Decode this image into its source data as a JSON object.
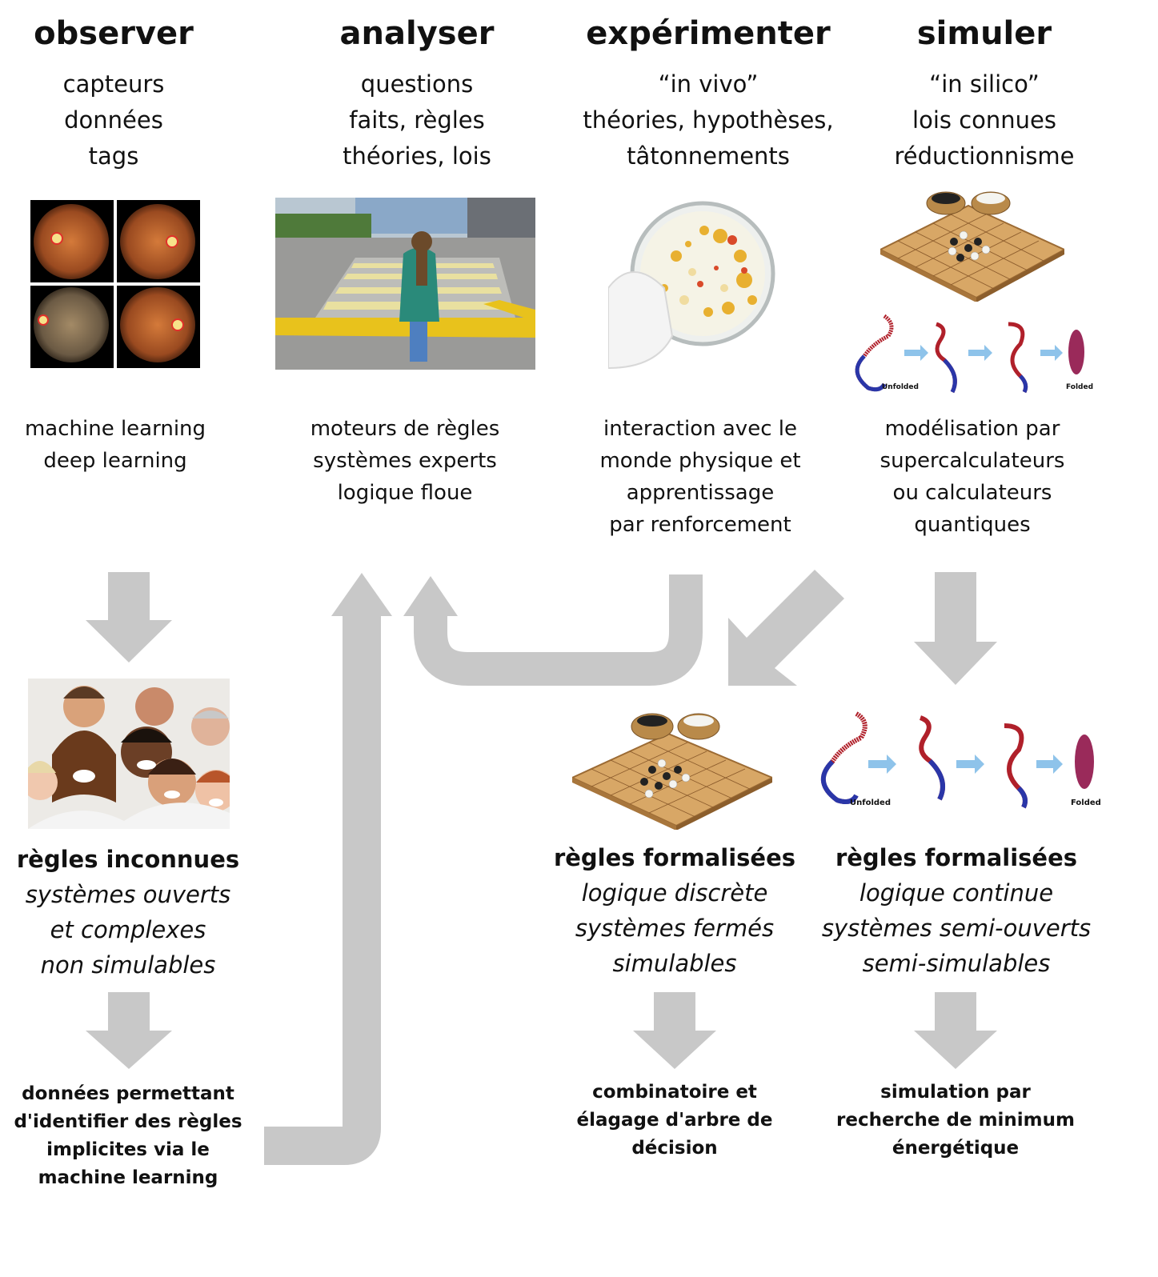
{
  "columns": [
    {
      "heading": "observer",
      "lines": [
        "capteurs",
        "données",
        "tags"
      ],
      "desc": [
        "machine learning",
        "deep learning"
      ]
    },
    {
      "heading": "analyser",
      "lines": [
        "questions",
        "faits, règles",
        "théories, lois"
      ],
      "desc": [
        "moteurs de règles",
        "systèmes experts",
        "logique floue"
      ]
    },
    {
      "heading": "expérimenter",
      "lines": [
        "“in vivo”",
        "théories, hypothèses,",
        "tâtonnements"
      ],
      "desc": [
        "interaction avec le",
        "monde physique et",
        "apprentissage",
        "par renforcement"
      ]
    },
    {
      "heading": "simuler",
      "lines": [
        "“in silico”",
        "lois connues",
        "réductionnisme"
      ],
      "desc": [
        "modélisation par",
        "supercalculateurs",
        "ou calculateurs",
        "quantiques"
      ]
    }
  ],
  "protein_labels": {
    "unfolded": "Unfolded",
    "folded": "Folded"
  },
  "rules": [
    {
      "title": "règles inconnues",
      "lines": [
        "systèmes ouverts",
        "et complexes",
        "non simulables"
      ],
      "result": [
        "données permettant",
        "d'identifier des règles",
        "implicites via le",
        "machine learning"
      ]
    },
    {
      "title": "règles formalisées",
      "lines": [
        "logique discrète",
        "systèmes fermés",
        "simulables"
      ],
      "result": [
        "combinatoire et",
        "élagage d'arbre de",
        "décision"
      ]
    },
    {
      "title": "règles formalisées",
      "lines": [
        "logique continue",
        "systèmes semi-ouverts",
        "semi-simulables"
      ],
      "result": [
        "simulation par",
        "recherche de minimum",
        "énergétique"
      ]
    }
  ],
  "colors": {
    "arrow": "#c8c8c8",
    "wood": "#d8a766",
    "grid": "#8a5a2b",
    "protein_red": "#b0202a",
    "protein_blue": "#2a36a8",
    "flow_arrow": "#8ec3ea"
  }
}
